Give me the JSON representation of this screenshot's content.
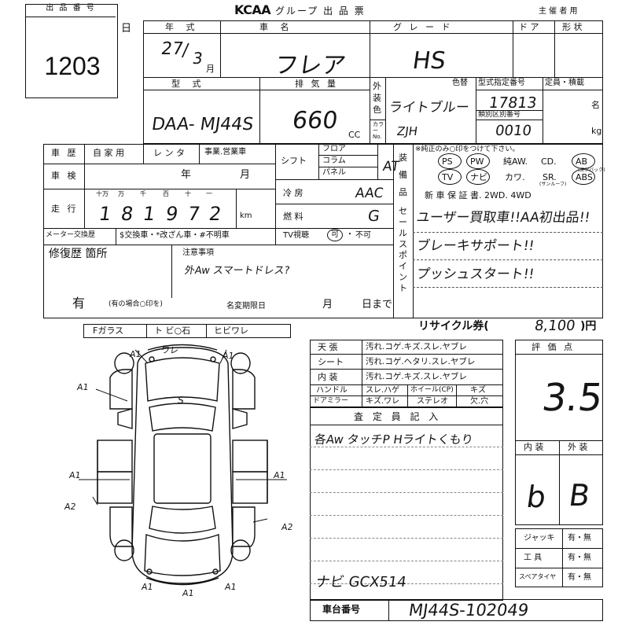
{
  "header": {
    "lot_label": "出 品 番 号",
    "lot_number": "1203",
    "title_brand": "KCAA",
    "title_text": "グループ 出 品 票",
    "organizer": "主 催 者 用"
  },
  "row1": {
    "label_year": "年 式",
    "label_make": "車 名",
    "label_grade": "グ レ ー ド",
    "label_doors": "ド ア",
    "label_shape": "形 状",
    "year_val": "27",
    "month_val": "3",
    "month_unit": "月",
    "car_name": "フレア",
    "grade": "HS",
    "side_char": "日"
  },
  "row2": {
    "label_model": "型 式",
    "label_displacement": "排 気 量",
    "label_exterior_color": "外装色",
    "label_color_change": "色替",
    "label_type_num": "型式指定番号",
    "label_class_num": "類別区別番号",
    "label_capacity": "定員・積載",
    "label_color_no": "カラーNo.",
    "model": "DAA- MJ44S",
    "displacement": "660",
    "cc": "CC",
    "color": "ライトブルー",
    "color_code": "ZJH",
    "type_num": "17813",
    "class_num": "0010",
    "persons_unit": "名",
    "kg_unit": "kg"
  },
  "history": {
    "label": "車 歴",
    "private": "自 家 用",
    "rental": "レ ン タ",
    "business": "事業.営業車",
    "inspection_label": "車 検",
    "year_unit": "年",
    "month_unit": "月",
    "mileage_label": "走 行",
    "digit_labels": [
      "十万",
      "万",
      "千",
      "百",
      "十",
      "一"
    ],
    "mileage_digits": [
      "1",
      "8",
      "1",
      "9",
      "7",
      "2"
    ],
    "km": "km",
    "meter_label": "メーター交換歴",
    "meter_options": "$交換車・*改ざん車・#不明車"
  },
  "shift": {
    "label": "シフト",
    "floor": "フロア",
    "column": "コラム",
    "panel": "パネル",
    "value": "AT",
    "ac_label": "冷 房",
    "ac_value": "AAC",
    "fuel_label": "燃 料",
    "fuel_value": "G",
    "tv_label": "TV視聴",
    "tv_can": "可",
    "tv_cannot": "不可"
  },
  "equipment": {
    "label": "装備品",
    "note": "※純正のみ○印をつけて下さい。",
    "row1": [
      "PS",
      "PW",
      "純AW.",
      "CD.",
      "AB"
    ],
    "row1_small": "(エアバック)",
    "row2": [
      "TV",
      "ナビ",
      "カワ.",
      "SR.",
      "ABS"
    ],
    "sr_small": "(サンルーフ)",
    "row3": "新 車 保 証 書. 2WD. 4WD"
  },
  "sales_points": {
    "label": "セールスポイント",
    "items": [
      "ユーザー買取車!!AA初出品!!",
      "ブレーキサポート!!",
      "プッシュスタート!!"
    ]
  },
  "repair": {
    "label": "修復歴 箇所",
    "answer": "有",
    "note": "(有の場合○印を)",
    "caution_label": "注意事項",
    "caution_text": "外Aw スマートドレス?",
    "tax_label": "名変期限日",
    "tax_month": "月",
    "tax_day": "日まで"
  },
  "glass": {
    "fglass": "Fガラス",
    "tobi": "ト ビ○石",
    "hibi": "ヒビワレ"
  },
  "recycle": {
    "label": "リサイクル券(",
    "amount": "8,100",
    "unit": ")円"
  },
  "interior_table": {
    "rows": [
      {
        "label": "天 張",
        "options": "汚れ.コゲ.キズ.スレ.ヤブレ"
      },
      {
        "label": "シート",
        "options": "汚れ.コゲ.ヘタリ.スレ.ヤブレ"
      },
      {
        "label": "内 装",
        "options": "汚れ.コゲ.キズ.スレ.ヤブレ"
      }
    ],
    "handle_label": "ハンドル",
    "handle_opts": "スレ.ハゲ",
    "wheel_label": "ホイール(CP)",
    "wheel_opts": "キズ",
    "mirror_label": "ドアミラー",
    "mirror_opts": "キズ.ワレ",
    "stereo_label": "ステレオ",
    "stereo_opts": "欠.穴"
  },
  "inspector": {
    "label": "査 定 員 記 入",
    "line1": "各Aw タッチP Hライトくもり",
    "line2": "ナビ GCX514"
  },
  "score": {
    "label": "評 価 点",
    "value": "3.5",
    "interior_label": "内 装",
    "exterior_label": "外 装",
    "interior_grade": "b",
    "exterior_grade": "B"
  },
  "accessories": {
    "jack": "ジャッキ",
    "tools": "工 具",
    "spare": "スペアタイヤ",
    "have_none": "有・無"
  },
  "chassis": {
    "label": "車台番号",
    "value": "MJ44S-102049"
  },
  "diagram": {
    "marks": [
      "A1",
      "A1",
      "A1",
      "A1",
      "A1",
      "A1",
      "A1",
      "A1",
      "A2",
      "A2",
      "S",
      "ワレ"
    ]
  }
}
